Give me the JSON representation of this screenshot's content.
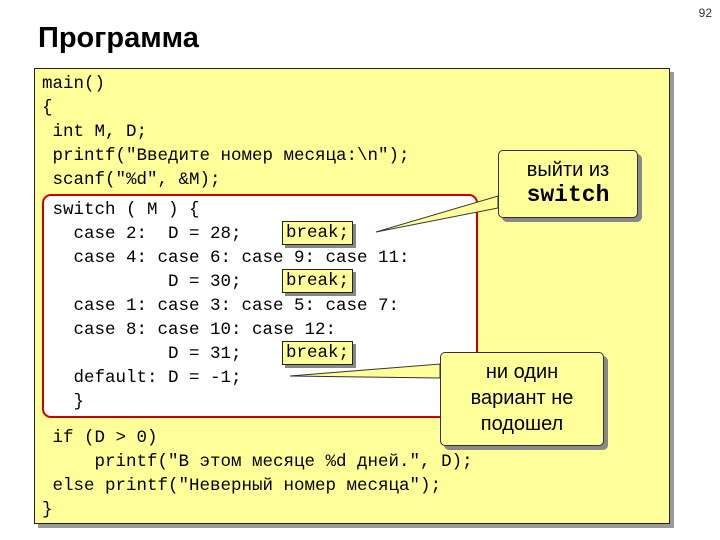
{
  "slide": {
    "number": "92",
    "title": "Программа"
  },
  "code": {
    "line1": "main()",
    "line2": "{",
    "line3": " int M, D;",
    "line4": " printf(\"Введите номер месяца:\\n\");",
    "line5": " scanf(\"%d\", &M);",
    "line6": " switch ( M ) {",
    "line7": "   case 2:  D = 28;",
    "line8": "   case 4: case 6: case 9: case 11:",
    "line9": "            D = 30;",
    "line10": "   case 1: case 3: case 5: case 7:",
    "line11": "   case 8: case 10: case 12:",
    "line12": "            D = 31;",
    "line13": "   default: D = -1;",
    "line14": "   }",
    "line15": " if (D > 0)",
    "line16": "     printf(\"В этом месяце %d дней.\", D);",
    "line17": " else printf(\"Неверный номер месяца\");",
    "line18": "}",
    "break_label": "break;"
  },
  "callouts": {
    "exit_line1": "выйти из",
    "exit_line2": "switch",
    "none_line1": "ни один",
    "none_line2": "вариант не",
    "none_line3": "подошел"
  },
  "colors": {
    "code_background": "#ffff99",
    "switch_border": "#cc0000",
    "switch_background": "#ffffff"
  }
}
